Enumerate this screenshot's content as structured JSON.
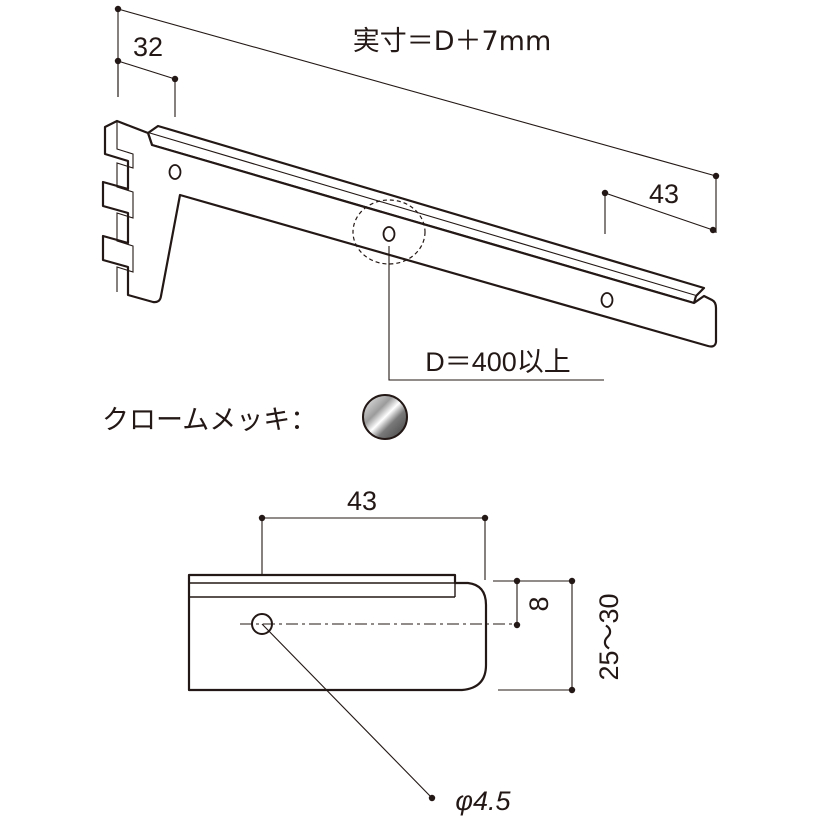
{
  "top_view": {
    "total_length_label": "実寸＝D＋7mm",
    "left_offset_label": "32",
    "right_offset_label": "43",
    "depth_label": "D＝400以上"
  },
  "finish": {
    "label": "クロームメッキ：",
    "swatch_icon": "chrome-swatch-icon"
  },
  "front_view": {
    "width_label": "43",
    "groove_label": "8",
    "height_label": "25〜30",
    "hole_label": "φ4.5"
  }
}
